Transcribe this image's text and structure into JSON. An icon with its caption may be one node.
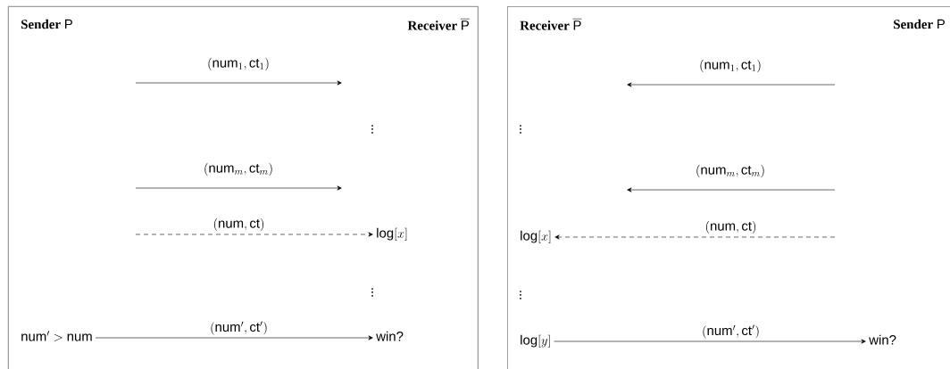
{
  "diagram": {
    "nodes": [
      {
        "text": [
          "\\textbf{Sender}\\ \\textsf{P}",
          "\\textbf{Receiver}\\ \\overline{\\textsf{P}}"
        ]
      },
      {
        "text": [
          "\\textsf{log}[x]"
        ],
        "in": 0
      },
      {
        "text": [
          "\\textsf{num}'>\\textsf{num}"
        ],
        "in": 0
      },
      {
        "text": [
          "\\textsf{win?}"
        ],
        "in": 0
      },
      {
        "text": [
          "\\textbf{Receiver}\\ \\overline{\\textsf{P}}",
          "\\textbf{Sender}\\ \\textsf{P}"
        ]
      },
      {
        "text": [
          "\\textsf{log}[x]"
        ],
        "in": 4
      },
      {
        "text": [
          "\\textsf{log}[y]"
        ],
        "in": 4
      },
      {
        "text": [
          "\\textsf{win?}"
        ],
        "in": 4
      }
    ],
    "edges": [
      {
        "from": null,
        "to": 1,
        "arrow": "to",
        "label": "(\\textsf{num},\\textsf{ct})",
        "style": "dashed"
      },
      {
        "from": 2,
        "to": 3,
        "arrow": "to",
        "label": "(\\textsf{num}',\\textsf{ct}')"
      },
      {
        "from": null,
        "to": 5,
        "arrow": "to",
        "label": "(\\textsf{num},\\textsf{ct})",
        "style": "dashed"
      },
      {
        "from": 6,
        "to": 7,
        "arrow": "to",
        "label": "(\\textsf{num}',\\textsf{ct}')"
      }
    ],
    "labels": [
      "(\\textsf{num}_1,\\textsf{ct}_1)",
      "\\vdots",
      "(\\textsf{num}_m,\\textsf{ct}_m)",
      "\\vdots",
      "(\\textsf{num}_1,\\textsf{ct}_1)",
      "\\vdots",
      "(\\textsf{num}_m,\\textsf{ct}_m)",
      "\\vdots"
    ]
  }
}
